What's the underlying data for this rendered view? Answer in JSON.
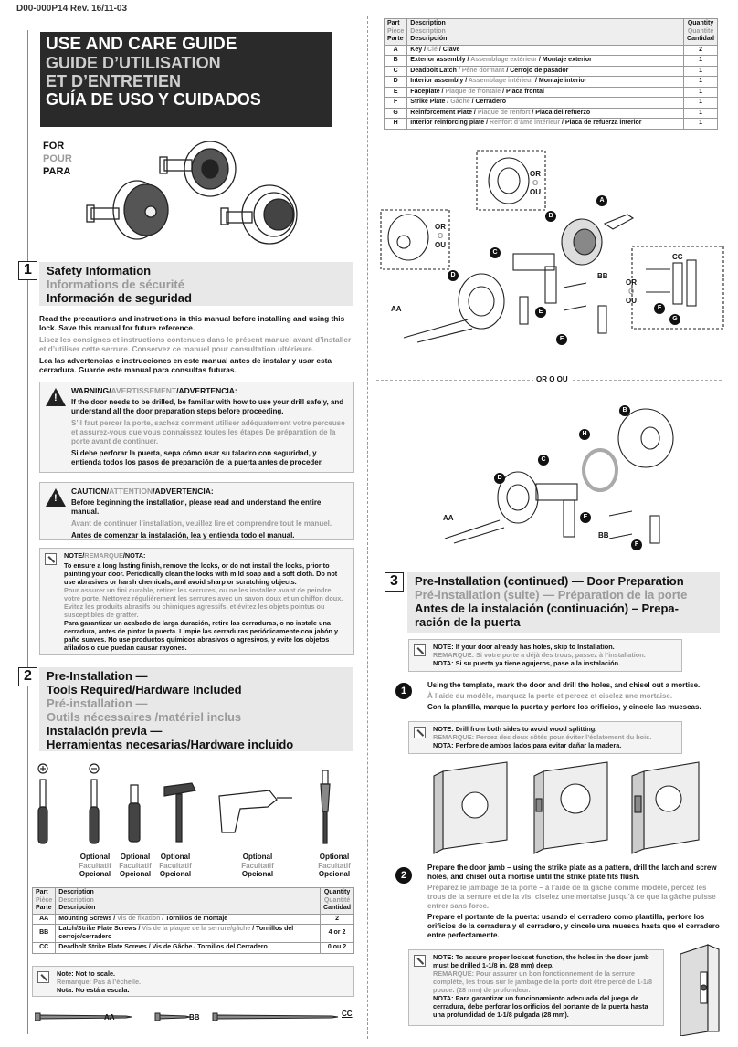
{
  "doc_id": "D00-000P14  Rev. 16/11-03",
  "title": {
    "en": "USE AND CARE GUIDE",
    "fr1": "GUIDE D’UTILISATION",
    "fr2": "ET D’ENTRETIEN",
    "es": "GUÍA DE USO Y CUIDADOS"
  },
  "for": {
    "en": "FOR",
    "fr": "POUR",
    "es": "PARA"
  },
  "section1": {
    "num": "1",
    "en": "Safety Information",
    "fr": "Informations de sécurité",
    "es": "Información de seguridad",
    "p_en": "Read the precautions and instructions in this manual before installing and using this lock. Save this manual for future reference.",
    "p_fr": "Lisez les consignes et instructions contenues dans le présent manuel avant d’installer et d’utiliser cette serrure. Conservez ce manuel pour consultation ultérieure.",
    "p_es": "Lea las advertencias e instrucciones  en este manual antes de instalar y usar esta cerradura. Guarde este manual para consultas futuras."
  },
  "warning": {
    "h_en": "WARNING/",
    "h_fr": "AVERTISSEMENT",
    "h_es": "/ADVERTENCIA:",
    "en": "If the door needs to be drilled, be familiar with how to use your drill safely, and understand all the door preparation steps before proceeding.",
    "fr": "S’il faut percer la porte, sachez comment utiliser adéquatement votre perceuse et assurez-vous que vous connaissez toutes les étapes De préparation de la porte avant de continuer.",
    "es": "Si debe perforar la  puerta, sepa cómo usar su  taladro con seguridad, y entienda todos  los pasos de preparación de la puerta antes de proceder."
  },
  "caution": {
    "h_en": "CAUTION/",
    "h_fr": "ATTENTION",
    "h_es": "/ADVERTENCIA:",
    "en": "Before beginning the installation, please read and understand the entire manual.",
    "fr": "Avant de continuer l’installation, veuillez lire et comprendre tout le manuel.",
    "es": "Antes de comenzar la instalación, lea y entienda todo el manual."
  },
  "note1": {
    "h_en": "NOTE/",
    "h_fr": "REMARQUE",
    "h_es": "/NOTA:",
    "en": "To ensure a long lasting finish, remove the locks, or do not install the locks, prior to painting your door. Periodically clean the locks with mild soap and a soft cloth. Do not use abrasives or harsh chemicals, and avoid sharp or scratching objects.",
    "fr": "Pour assurer un fini durable, retirer les serrures, ou ne les installez avant de peindre votre porte. Nettoyez régulièrement les serrures avec un savon doux et un chiffon doux. Evitez les produits abrasifs ou chimiques agressifs, et évitez les objets pointus ou susceptibles de gratter.",
    "es": "Para garantizar un acabado de larga duración, retire las cerraduras, o no instale una cerradura, antes de pintar la puerta. Limpie las cerraduras periódicamente con jabón y paño suaves. No use productos químicos abrasivos o agresivos, y evite los objetos afilados o que puedan causar rayones."
  },
  "section2": {
    "num": "2",
    "en1": "Pre-Installation —",
    "en2": "Tools Required/Hardware Included",
    "fr1": "Pré-installation —",
    "fr2": "Outils nécessaires /matériel inclus",
    "es1": "Instalación previa —",
    "es2": "Herramientas necesarias/Hardware incluido"
  },
  "optional": {
    "en": "Optional",
    "fr": "Facultatif",
    "es": "Opcional"
  },
  "table_small": {
    "headers": {
      "part_en": "Part",
      "part_fr": "Pièce",
      "part_es": "Parte",
      "desc_en": "Description",
      "desc_fr": "Description",
      "desc_es": "Descripción",
      "qty_en": "Quantity",
      "qty_fr": "Quantité",
      "qty_es": "Cantidad"
    },
    "rows": [
      {
        "part": "AA",
        "en": "Mounting Screws / ",
        "fr": "Vis de fixation",
        "es": " / Tornillos de montaje",
        "qty": "2"
      },
      {
        "part": "BB",
        "en": "Latch/Strike Plate Screws / ",
        "fr": "Vis de la plaque de la serrure/gâche",
        "es": " / Tornillos del cerrojo/cerradero",
        "qty": "4 or 2"
      },
      {
        "part": "CC",
        "en": "Deadbolt Strike Plate Screws / Vis de Gâche / Tornillos del Cerradero",
        "fr": "",
        "es": "",
        "qty": "0 ou 2"
      }
    ]
  },
  "qty_or": {
    "a": "or",
    "b": "ou"
  },
  "note_scale": {
    "en": "Note: Not to scale.",
    "fr": "Remarque: Pas à l’échelle.",
    "es": "Nota: No está a escala."
  },
  "screw_labels": {
    "aa": "AA",
    "bb": "BB",
    "cc": "CC"
  },
  "table_main": {
    "rows": [
      {
        "part": "A",
        "en": "Key / ",
        "fr": "Clé",
        "es": " / Clave",
        "qty": "2"
      },
      {
        "part": "B",
        "en": "Exterior assembly / ",
        "fr": "Assemblage extérieur",
        "es": " / Montaje exterior",
        "qty": "1"
      },
      {
        "part": "C",
        "en": "Deadbolt Latch / ",
        "fr": "Pêne dormant",
        "es": " / Cerrojo de pasador",
        "qty": "1"
      },
      {
        "part": "D",
        "en": "Interior assembly / ",
        "fr": "Assemblage intérieur",
        "es": " / Montaje interior",
        "qty": "1"
      },
      {
        "part": "E",
        "en": "Faceplate / ",
        "fr": "Plaque de frontale",
        "es": " / Placa frontal",
        "qty": "1"
      },
      {
        "part": "F",
        "en": "Strike Plate / ",
        "fr": "Gâche",
        "es": " / Cerradero",
        "qty": "1"
      },
      {
        "part": "G",
        "en": "Reinforcement Plate / ",
        "fr": "Plaque de renfort",
        "es": " / Placa del refuerzo",
        "qty": "1"
      },
      {
        "part": "H",
        "en": "Interior reinforcing plate / ",
        "fr": "Renfort d’âme intérieur",
        "es": " / Placa de refuerza interior",
        "qty": "1"
      }
    ]
  },
  "diagram_labels": {
    "or": "OR",
    "o": "O",
    "ou": "OU",
    "or_ou": "OR O OU",
    "a": "A",
    "b": "B",
    "c": "C",
    "d": "D",
    "e": "E",
    "f": "F",
    "g": "G",
    "h": "H",
    "aa": "AA",
    "bb": "BB",
    "cc": "CC"
  },
  "section3": {
    "num": "3",
    "en": "Pre-Installation (continued) — Door Preparation",
    "fr": "Pré-installation (suite) — Préparation de la porte",
    "es1": "Antes de la instalación (continuación) – Prepa-",
    "es2": "ración de la puerta"
  },
  "note3a": {
    "en": "NOTE: If your door already has holes, skip to Installation.",
    "fr": "REMARQUE: Si votre porte a déjà des trous, passez à l’installation.",
    "es": "NOTA: Si su puerta ya tiene agujeros, pase a la instalación."
  },
  "step1": {
    "num": "1",
    "en": "Using the template, mark the door and drill the holes, and chisel out a mortise.",
    "fr": "À l’aide du modèle, marquez la porte et percez et ciselez une mortaise.",
    "es": "Con la plantilla, marque la puerta y perfore los orificios, y cincele las muescas."
  },
  "note3b": {
    "en": "NOTE: Drill from both sides to avoid wood splitting.",
    "fr": "REMARQUE: Percez des deux côtés pour éviter l’éclatement du bois.",
    "es": "NOTA: Perfore de ambos lados para evitar dañar la madera."
  },
  "step2": {
    "num": "2",
    "en": "Prepare the door jamb – using the strike plate as a pattern, drill the latch and screw holes, and chisel out a mortise until the strike plate fits flush.",
    "fr": "Préparez le jambage de la porte – à l’aide de la gâche comme modèle, percez les trous de la serrure et de la vis, ciselez une mortaise jusqu’à ce que la gâche puisse entrer sans force.",
    "es": "Prepare el portante de la puerta: usando el cerradero como plantilla, perfore los orificios de la cerradura y el cerradero, y cincele una muesca hasta que el cerradero entre perfectamente."
  },
  "note3c": {
    "en": "NOTE: To assure proper lockset function, the holes in the door jamb must be drilled 1-1/8 in. (28 mm) deep.",
    "fr": "REMARQUE: Pour assurer un bon fonctionnement de la serrure complète, les trous sur le jambage de la porte doit être percé de 1-1/8 pouce. (28 mm) de profondeur.",
    "es": "NOTA: Para garantizar un funcionamiento adecuado del juego de cerradura, debe perforar los orificios del portante de la puerta hasta una profundidad de 1-1/8 pulgada (28 mm)."
  }
}
